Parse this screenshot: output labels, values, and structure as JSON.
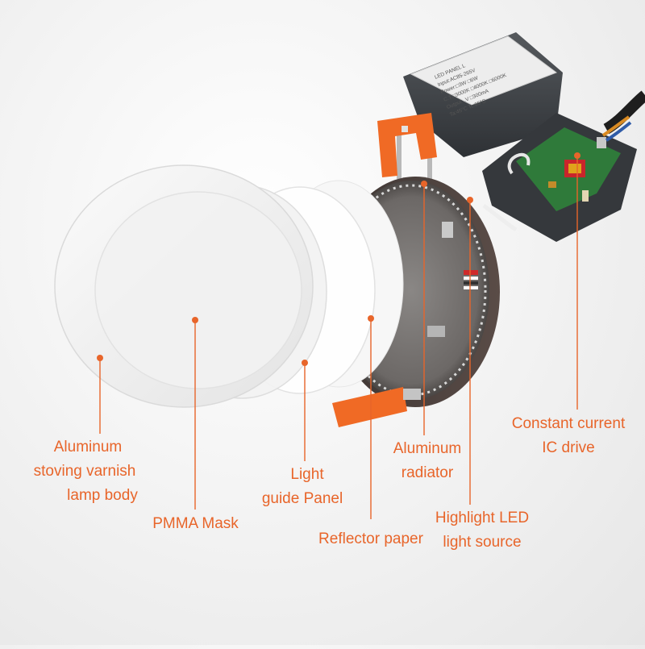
{
  "driver_box": {
    "sticker_lines": [
      "LED PANEL L",
      "Input:AC85-265V",
      "Power:□3W □6W",
      "C.T:□3000K □4000K □6000K",
      "Output:..V □300mA",
      "Ta:45°C Tc:65°C"
    ]
  },
  "colors": {
    "accent": "#e8652a",
    "leader": "#e8652a",
    "clip": "#f06a25"
  },
  "callouts": [
    {
      "id": "lamp-body",
      "lines": [
        "Aluminum",
        "stoving varnish",
        "lamp body"
      ]
    },
    {
      "id": "pmma-mask",
      "lines": [
        "PMMA Mask"
      ]
    },
    {
      "id": "light-guide",
      "lines": [
        "Light",
        "guide Panel"
      ]
    },
    {
      "id": "reflector",
      "lines": [
        "Reflector paper"
      ]
    },
    {
      "id": "radiator",
      "lines": [
        "Aluminum",
        "radiator"
      ]
    },
    {
      "id": "led-source",
      "lines": [
        "Highlight LED",
        "light source"
      ]
    },
    {
      "id": "ic-drive",
      "lines": [
        "Constant current",
        "IC drive"
      ]
    }
  ]
}
